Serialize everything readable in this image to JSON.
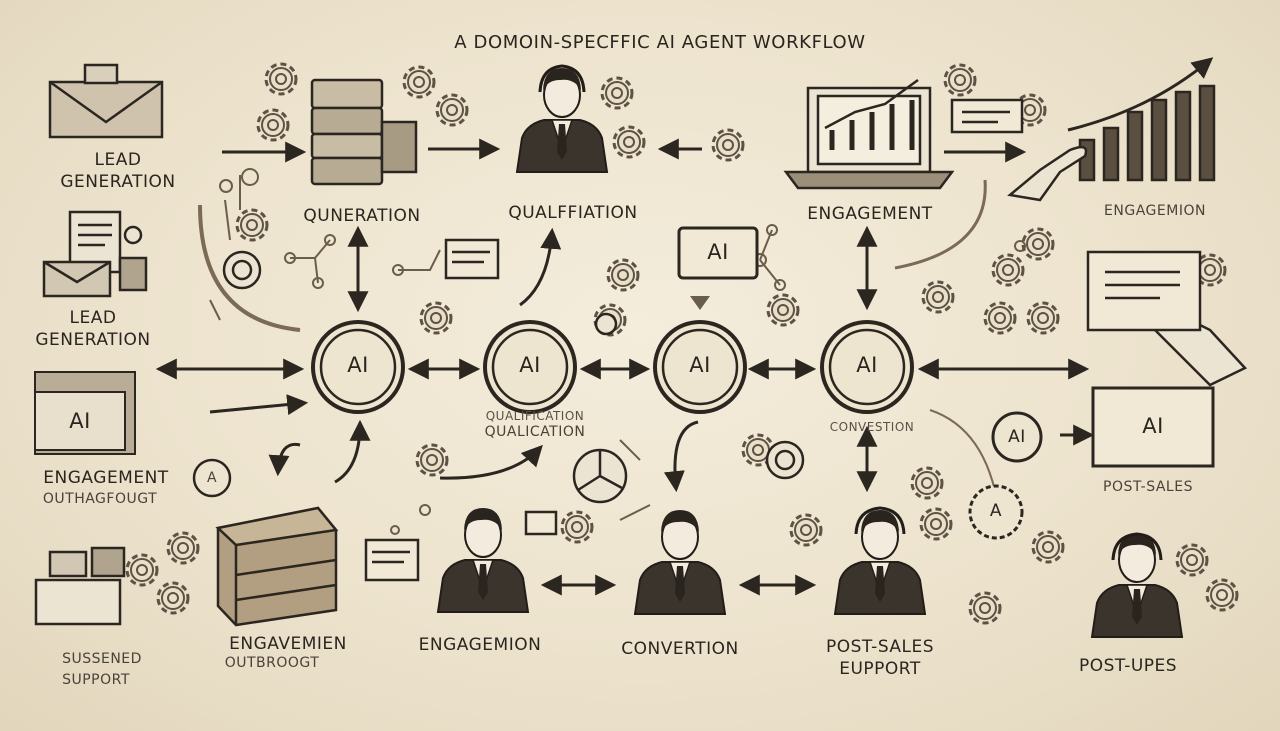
{
  "title": "A DOMOIN-SPECFFIC AI AGENT WORKFLOW",
  "colors": {
    "ink": "#2b2620",
    "paper": "#efe6d2",
    "gear": "#6b5d4c"
  },
  "hub_label": "AI",
  "labels": {
    "lead_generation_1": [
      "LEAD",
      "GENERATION"
    ],
    "lead_generation_2": [
      "LEAD",
      "GENERATION"
    ],
    "engagement_outreach": [
      "ENGAGEMENT",
      "OUTHAGFOUGT"
    ],
    "sussened_support": [
      "SUSSENED",
      "SUPPORT"
    ],
    "queneration": "QUNERATION",
    "qualfiation": "QUALFFIATION",
    "engagement_top": "ENGAGEMENT",
    "engagemion_right": "ENGAGEMION",
    "qualication_mid": [
      "QUALIFICATION",
      "QUALICATION"
    ],
    "convestion_mid": "CONVESTION",
    "post_sales_right": "POST-SALES",
    "engavemien_bottom": [
      "ENGAVEMIEN",
      "OUTBROOGT"
    ],
    "engagemion_bottom": "ENGAGEMION",
    "convertion_bottom": "CONVERTION",
    "post_sales_support": [
      "POST-SALES",
      "EUPPORT"
    ],
    "post_upes": "POST-UPES"
  },
  "badge_text": "AI",
  "circle_badge_text": "A"
}
